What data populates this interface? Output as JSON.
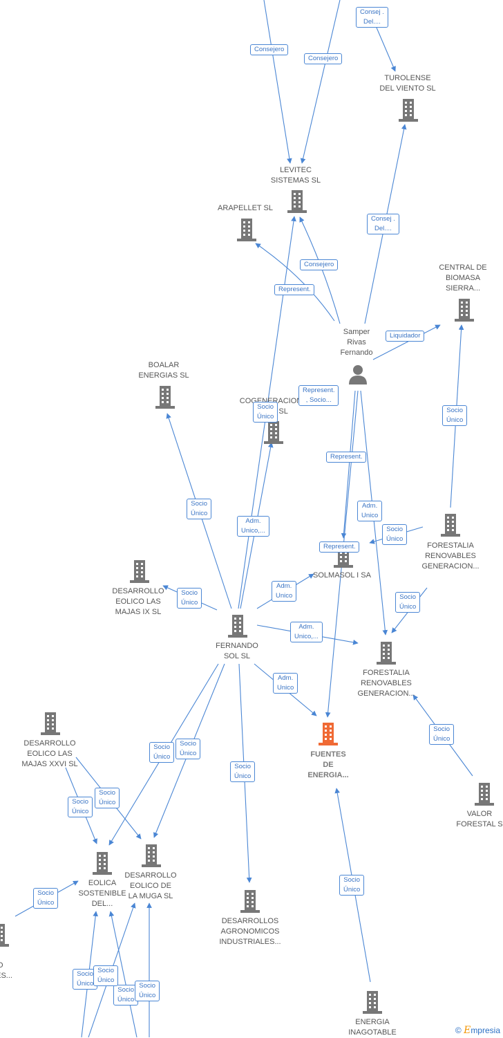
{
  "colors": {
    "edge": "#4a86d4",
    "building": "#777777",
    "main_building": "#f06a35",
    "label_text": "#555555"
  },
  "nodes": {
    "turolense": "TUROLENSE\nDEL VIENTO SL",
    "levitec": "LEVITEC\nSISTEMAS  SL",
    "arapellet": "ARAPELLET  SL",
    "central_biomasa": "CENTRAL DE\nBIOMASA\nSIERRA...",
    "samper": "Samper\nRivas\nFernando",
    "boalar": "BOALAR\nENERGIAS  SL",
    "cogeneracion": "COGENERACION\nDEL ... SL",
    "forestalia_1": "FORESTALIA\nRENOVABLES\nGENERACION...",
    "solmasol": "SOLMASOL I SA",
    "desarrollo_ix": "DESARROLLO\nEOLICO LAS\nMAJAS IX  SL",
    "fernando_sol": "FERNANDO\nSOL SL",
    "forestalia_2": "FORESTALIA\nRENOVABLES\nGENERACION...",
    "fuentes": "FUENTES\nDE\nENERGIA...",
    "desarrollo_xxvi": "DESARROLLO\nEOLICO LAS\nMAJAS XXVI  SL",
    "valor_forestal": "VALOR\nFORESTAL S",
    "eolica_sostenible": "EOLICA\nSOSTENIBLE\nDEL...",
    "desarrollo_muga": "DESARROLLO\nEOLICO DE\nLA MUGA SL",
    "desarrollos_agronomicos": "DESARROLLOS\nAGRONOMICOS\nINDUSTRIALES...",
    "left_cut": "N\nCO\nLES...",
    "energia_inagotable": "ENERGIA\nINAGOTABLE"
  },
  "relations": [
    "Consej .\nDel....",
    "Consejero",
    "Consejero",
    "Consej .\nDel....",
    "Consejero",
    "Represent.",
    "Liquidador",
    "Represent.\n, Socio...",
    "Socio\nÚnico",
    "Represent.",
    "Socio\nÚnico",
    "Socio\nÚnico",
    "Adm.\nUnico,...",
    "Adm.\nUnico",
    "Socio\nÚnico",
    "Represent.",
    "Adm.\nUnico",
    "Socio\nÚnico",
    "Adm.\nUnico,...",
    "Socio\nÚnico",
    "Adm.\nUnico",
    "Socio\nÚnico",
    "Socio\nÚnico",
    "Socio\nÚnico",
    "Socio\nÚnico",
    "Socio\nÚnico",
    "Socio\nÚnico",
    "Socio\nÚnico",
    "Socio\nÚnico",
    "Socio\nÚnico",
    "Socio\nÚnico",
    "Socio\nÚnico"
  ],
  "watermark": {
    "symbol": "©",
    "brand_initial": "E",
    "brand_rest": "mpresia"
  }
}
